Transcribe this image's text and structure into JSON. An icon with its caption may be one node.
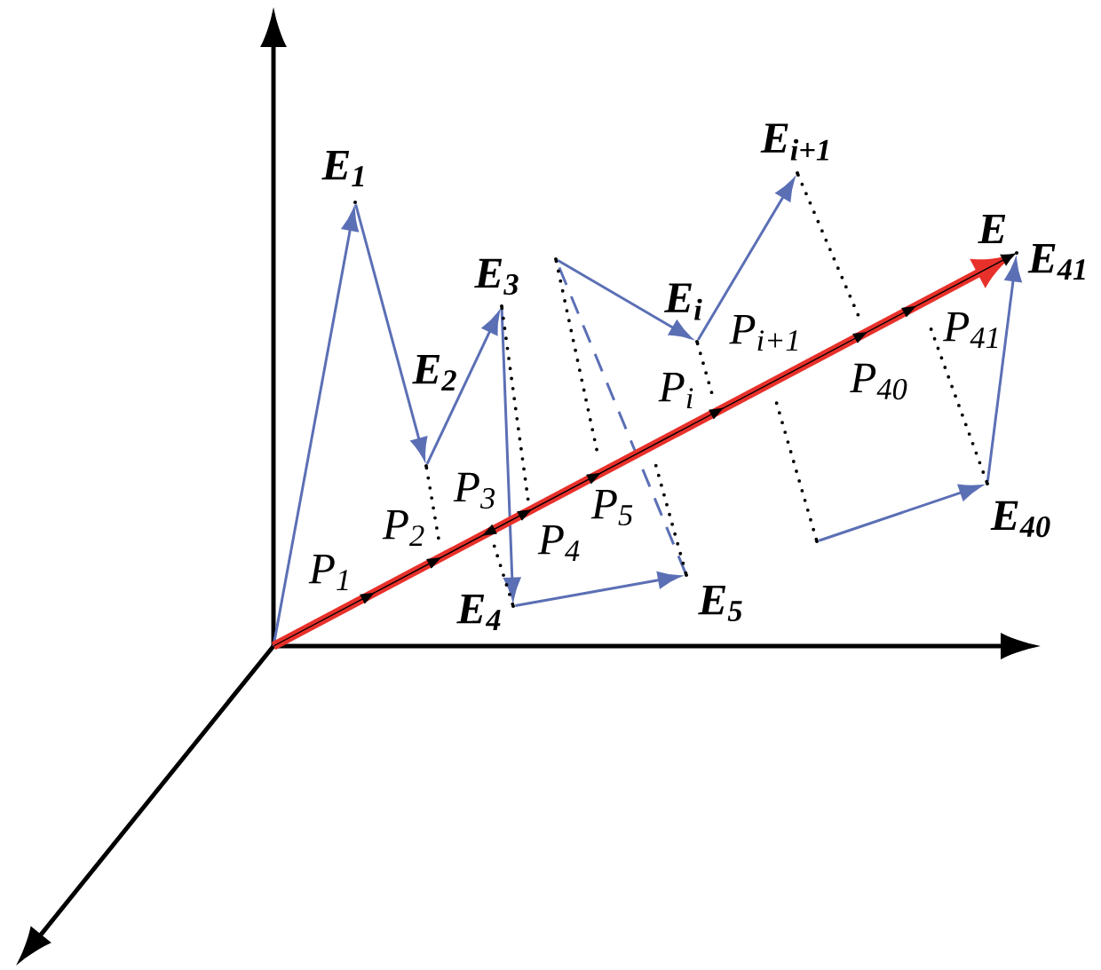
{
  "diagram": {
    "nodes": [
      {
        "text": [],
        "shape": "dot",
        "beside": [
          "E$_{1}$"
        ]
      },
      {
        "text": [],
        "shape": "dot",
        "beside": [
          "E$_{2}$"
        ]
      },
      {
        "text": [],
        "shape": "dot",
        "beside": [
          "E$_{3}$"
        ]
      },
      {
        "text": [],
        "shape": "dot",
        "beside": [
          "E$_{4}$"
        ]
      },
      {
        "text": [],
        "shape": "dot",
        "beside": [
          "E$_{5}$"
        ]
      },
      {
        "text": [],
        "shape": "dot"
      },
      {
        "text": [],
        "shape": "dot",
        "beside": [
          "E$_{i}$"
        ]
      },
      {
        "text": [],
        "shape": "dot",
        "beside": [
          "E$_{i+1}$"
        ]
      },
      {
        "text": [],
        "shape": "dot"
      },
      {
        "text": [],
        "shape": "dot",
        "beside": [
          "E$_{40}$"
        ]
      },
      {
        "text": [],
        "shape": "dot",
        "beside": [
          "E",
          "E$_{41}$"
        ]
      }
    ],
    "edges": [
      {
        "from": null,
        "to": 0,
        "arrow": "to"
      },
      {
        "from": 0,
        "to": 1,
        "arrow": "to"
      },
      {
        "from": 1,
        "to": 2,
        "arrow": "to"
      },
      {
        "from": 2,
        "to": 3,
        "arrow": "to"
      },
      {
        "from": 3,
        "to": 4,
        "arrow": "to"
      },
      {
        "from": 4,
        "to": 5,
        "arrow": "none",
        "style": "dashed"
      },
      {
        "from": 5,
        "to": 6,
        "arrow": "to"
      },
      {
        "from": 6,
        "to": 7,
        "arrow": "to"
      },
      {
        "from": 8,
        "to": 9,
        "arrow": "to"
      },
      {
        "from": 9,
        "to": 10,
        "arrow": "to"
      },
      {
        "from": null,
        "to": 10,
        "arrow": "to",
        "style": "thick",
        "color": "#e8302a"
      },
      {
        "from": 1,
        "to": null,
        "arrow": "none",
        "style": "dashed",
        "color": "#000000"
      },
      {
        "from": 3,
        "to": null,
        "arrow": "none",
        "style": "dashed",
        "color": "#000000"
      },
      {
        "from": 2,
        "to": null,
        "arrow": "none",
        "style": "dashed",
        "color": "#000000"
      },
      {
        "from": 5,
        "to": null,
        "arrow": "none",
        "style": "dashed",
        "color": "#000000"
      },
      {
        "from": 4,
        "to": null,
        "arrow": "none",
        "style": "dashed",
        "color": "#000000"
      },
      {
        "from": 6,
        "to": null,
        "arrow": "none",
        "style": "dashed",
        "color": "#000000"
      },
      {
        "from": 7,
        "to": null,
        "arrow": "none",
        "style": "dashed",
        "color": "#000000"
      },
      {
        "from": 8,
        "to": null,
        "arrow": "none",
        "style": "dashed",
        "color": "#000000"
      },
      {
        "from": 9,
        "to": null,
        "arrow": "none",
        "style": "dashed",
        "color": "#000000"
      }
    ],
    "labels": [
      "P$_{1}$",
      "P$_{2}$",
      "P$_{3}$",
      "P$_{4}$",
      "P$_{5}$",
      "P$_{i}$",
      "P$_{i+1}$",
      "P$_{40}$",
      "P$_{41}$"
    ]
  }
}
